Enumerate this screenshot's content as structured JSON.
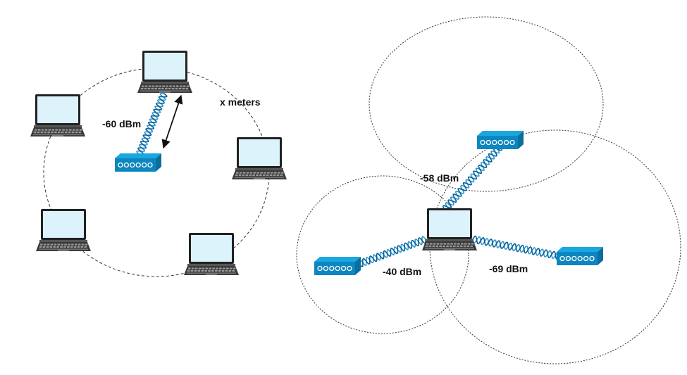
{
  "labels": {
    "left_signal": "-60 dBm",
    "distance": "x meters",
    "ap_top": "-58 dBm",
    "ap_left": "-40 dBm",
    "ap_right": "-69 dBm"
  },
  "colors": {
    "screen": "#dcf3fb",
    "screen_border": "#222222",
    "laptop_body": "#3a3a3a",
    "keys": "#9a9a9a",
    "ap_top": "#1aa7e0",
    "ap_front": "#0d86bf",
    "ap_side": "#0a6e9e",
    "wave": "#2b9ad6",
    "wave_dark": "#0d5e8f",
    "circle": "#333333",
    "arrow": "#111111"
  },
  "icons": [
    "laptop-icon",
    "access-point-icon",
    "signal-wave-icon",
    "double-arrow-icon"
  ]
}
